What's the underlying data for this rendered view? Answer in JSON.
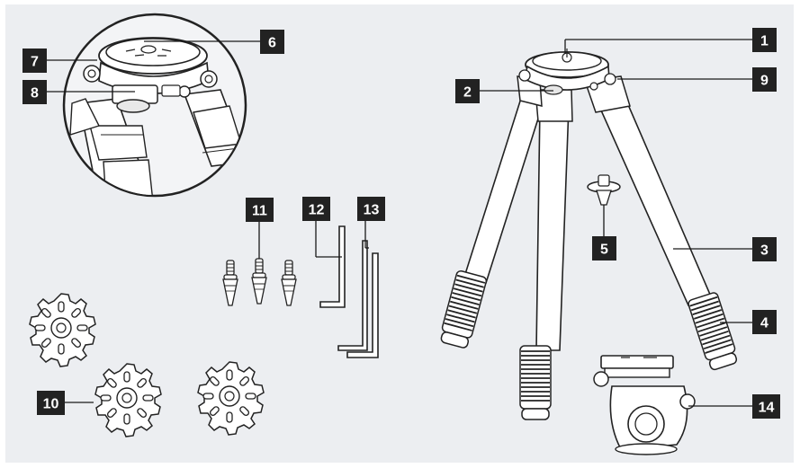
{
  "diagram": {
    "callouts": [
      {
        "id": "c1",
        "text": "1"
      },
      {
        "id": "c2",
        "text": "2"
      },
      {
        "id": "c3",
        "text": "3"
      },
      {
        "id": "c4",
        "text": "4"
      },
      {
        "id": "c5",
        "text": "5"
      },
      {
        "id": "c6",
        "text": "6"
      },
      {
        "id": "c7",
        "text": "7"
      },
      {
        "id": "c8",
        "text": "8"
      },
      {
        "id": "c9",
        "text": "9"
      },
      {
        "id": "c10",
        "text": "10"
      },
      {
        "id": "c11",
        "text": "11"
      },
      {
        "id": "c12",
        "text": "12"
      },
      {
        "id": "c13",
        "text": "13"
      },
      {
        "id": "c14",
        "text": "14"
      }
    ]
  },
  "colors": {
    "background": "#eceef1",
    "label_fill": "#222222",
    "label_text": "#ffffff",
    "line": "#1a1a1a"
  }
}
